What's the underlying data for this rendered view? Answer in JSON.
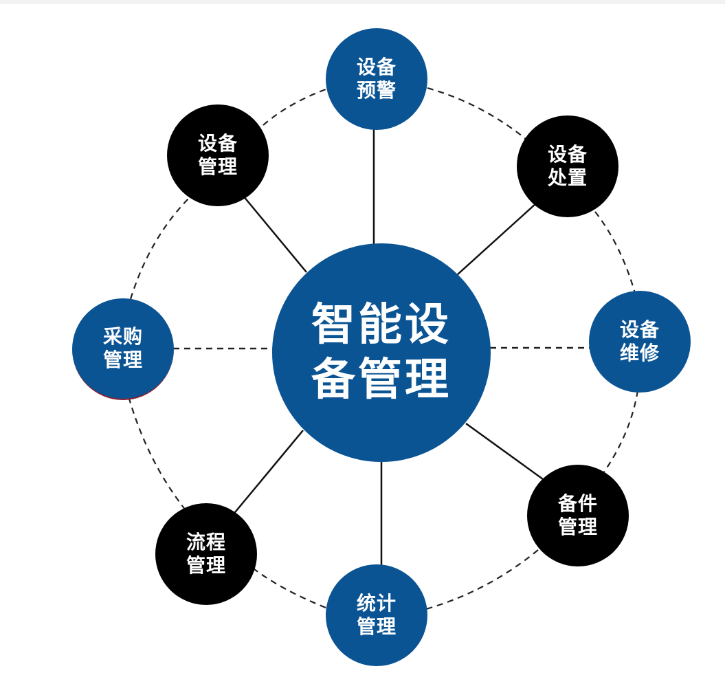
{
  "diagram": {
    "center": {
      "id": "center",
      "lines": [
        "智能设",
        "备管理"
      ],
      "color": "#0b5494"
    },
    "nodes": [
      {
        "id": "warning",
        "lines": [
          "设备",
          "预警"
        ],
        "color": "#0b5494"
      },
      {
        "id": "disposal",
        "lines": [
          "设备",
          "处置"
        ],
        "color": "#000000"
      },
      {
        "id": "repair",
        "lines": [
          "设备",
          "维修"
        ],
        "color": "#0b5494"
      },
      {
        "id": "spare-parts",
        "lines": [
          "备件",
          "管理"
        ],
        "color": "#000000"
      },
      {
        "id": "statistics",
        "lines": [
          "统计",
          "管理"
        ],
        "color": "#0b5494"
      },
      {
        "id": "process",
        "lines": [
          "流程",
          "管理"
        ],
        "color": "#000000"
      },
      {
        "id": "purchase",
        "lines": [
          "采购",
          "管理"
        ],
        "color": "#0b5494"
      },
      {
        "id": "equipment",
        "lines": [
          "设备",
          "管理"
        ],
        "color": "#000000"
      }
    ],
    "connector_colors": {
      "solid": "#111111",
      "dashed": "#222222"
    }
  }
}
